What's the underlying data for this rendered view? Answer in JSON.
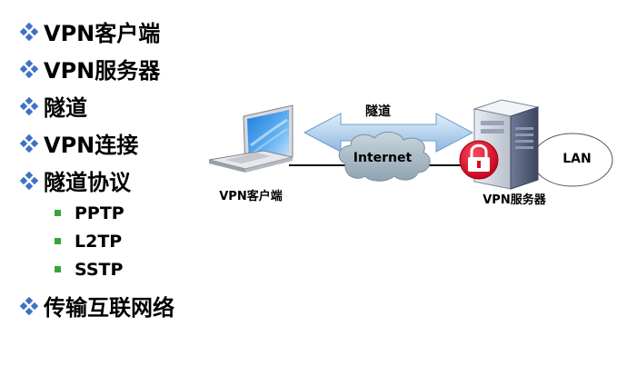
{
  "bullets": [
    {
      "text": "VPN客户端",
      "level": 1
    },
    {
      "text": "VPN服务器",
      "level": 1
    },
    {
      "text": "隧道",
      "level": 1
    },
    {
      "text": "VPN连接",
      "level": 1
    },
    {
      "text": "隧道协议",
      "level": 1
    },
    {
      "text": "PPTP",
      "level": 2
    },
    {
      "text": "L2TP",
      "level": 2
    },
    {
      "text": "SSTP",
      "level": 2
    },
    {
      "text": "传输互联网络",
      "level": 1
    }
  ],
  "diagram": {
    "tunnel_label": "隧道",
    "internet_label": "Internet",
    "lan_label": "LAN",
    "client_label": "VPN客户端",
    "server_label": "VPN服务器"
  },
  "colors": {
    "bullet_diamond": "#3f72c4",
    "sub_bullet": "#3aa535",
    "tunnel_arrow": "#b9d4ef",
    "cloud": "#a9bcc8",
    "lock": "#e2061f"
  }
}
